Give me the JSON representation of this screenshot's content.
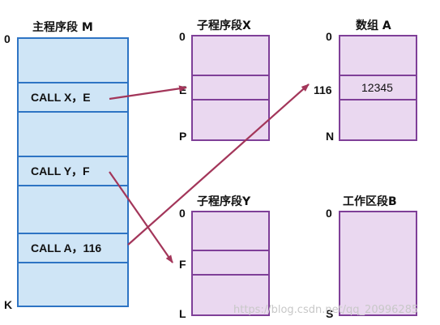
{
  "main_segment": {
    "title": "主程序段 M",
    "start_label": "0",
    "end_label": "K",
    "calls": [
      "CALL  X，E",
      "CALL  Y，F",
      "CALL  A，116"
    ]
  },
  "subroutine_x": {
    "title": "子程序段X",
    "start_label": "0",
    "entry_label": "E",
    "end_label": "P"
  },
  "subroutine_y": {
    "title": "子程序段Y",
    "start_label": "0",
    "entry_label": "F",
    "end_label": "L"
  },
  "array_a": {
    "title": "数组 A",
    "start_label": "0",
    "offset_label": "116",
    "value": "12345",
    "end_label": "N"
  },
  "work_area": {
    "title": "工作区段B",
    "start_label": "0",
    "end_label": "S"
  },
  "watermark": "https://blog.csdn.net/qq_20996285",
  "colors": {
    "main_fill": "#cfe5f6",
    "main_stroke": "#2e74c4",
    "segment_fill": "#ead8f0",
    "segment_stroke": "#7f3f98",
    "arrow": "#a3365a"
  }
}
